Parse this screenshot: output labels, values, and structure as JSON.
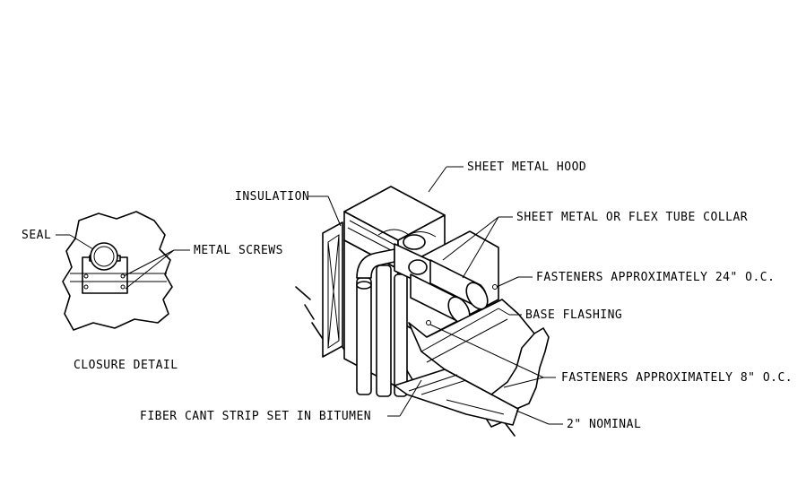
{
  "labels": {
    "sheet_metal_hood": "SHEET METAL HOOD",
    "insulation": "INSULATION",
    "collar": "SHEET METAL OR FLEX TUBE COLLAR",
    "seal": "SEAL",
    "metal_screws": "METAL SCREWS",
    "fasteners_24": "FASTENERS APPROXIMATELY 24\" O.C.",
    "base_flashing": "BASE FLASHING",
    "fasteners_8": "FASTENERS APPROXIMATELY 8\" O.C.",
    "closure_detail": "CLOSURE DETAIL",
    "cant_strip": "FIBER CANT STRIP SET IN BITUMEN",
    "nominal": "2\" NOMINAL"
  }
}
